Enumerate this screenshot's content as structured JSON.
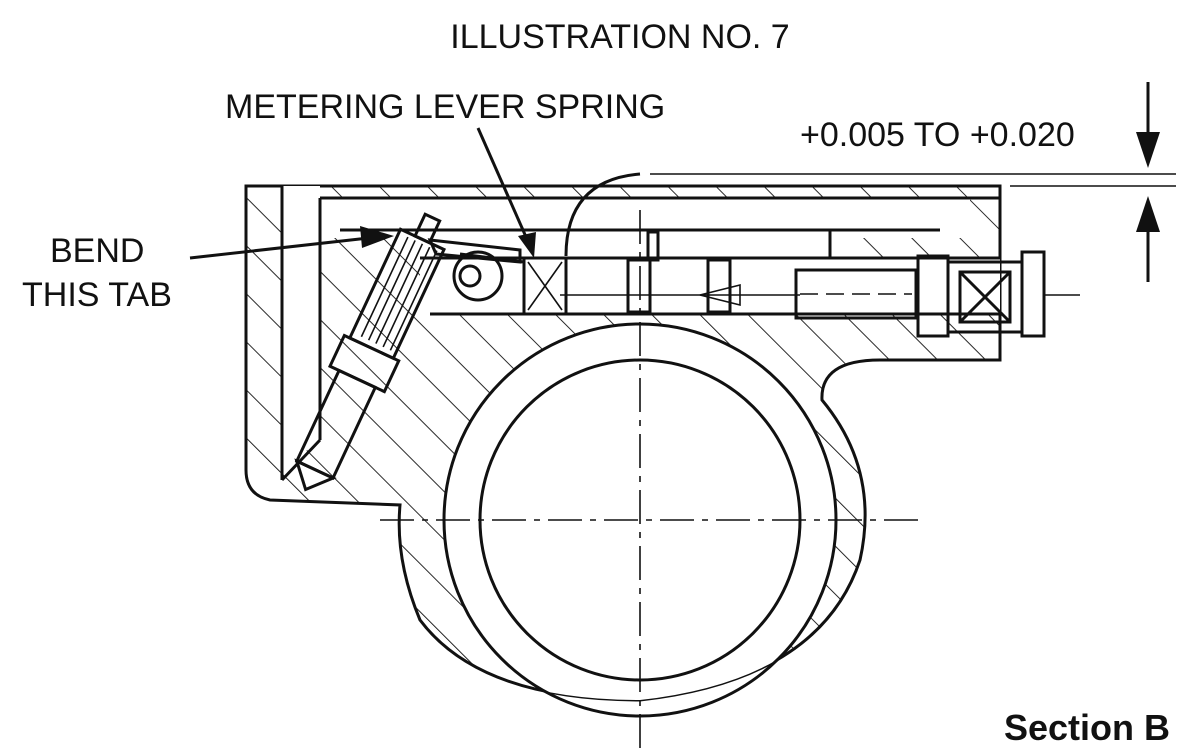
{
  "diagram": {
    "title": "ILLUSTRATION NO. 7",
    "labels": {
      "metering_lever_spring": "METERING LEVER SPRING",
      "tolerance": "+0.005 TO +0.020",
      "bend_tab_line1": "BEND",
      "bend_tab_line2": "THIS TAB",
      "section": "Section B"
    }
  }
}
